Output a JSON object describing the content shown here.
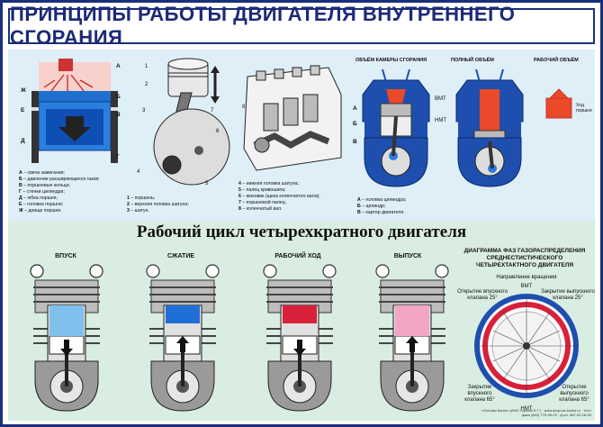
{
  "title": "ПРИНЦИПЫ РАБОТЫ ДВИГАТЕЛЯ ВНУТРЕННЕГО СГОРАНИЯ",
  "subtitle": "Рабочий цикл четырехкратного двигателя",
  "fig1": {
    "markers": {
      "a": "А",
      "b": "Б",
      "v": "В",
      "g": "Г",
      "d": "Д",
      "e": "Е",
      "zh": "Ж"
    },
    "legend": [
      {
        "k": "А",
        "t": " – свеча зажигания;"
      },
      {
        "k": "Б",
        "t": " – давление расширяющихся газов;"
      },
      {
        "k": "В",
        "t": " – поршневые кольца;"
      },
      {
        "k": "Г",
        "t": " – стенки цилиндра;"
      },
      {
        "k": "Д",
        "t": " – юбка поршня;"
      },
      {
        "k": "Е",
        "t": " – головка поршня;"
      },
      {
        "k": "Ж",
        "t": " – днище поршня."
      }
    ]
  },
  "fig2": {
    "markers": {
      "n1": "1",
      "n2": "2",
      "n3": "3",
      "n4": "4",
      "n5": "5",
      "n6": "6",
      "n7": "7"
    },
    "legend": [
      {
        "k": "1",
        "t": " – поршень;"
      },
      {
        "k": "2",
        "t": " – верхняя головка шатуна;"
      },
      {
        "k": "3",
        "t": " – шатун."
      }
    ]
  },
  "fig3": {
    "markers": {
      "n8": "8"
    },
    "legend": [
      {
        "k": "4",
        "t": " – нижняя головка шатуна;"
      },
      {
        "k": "5",
        "t": " – палец кривошипа;"
      },
      {
        "k": "6",
        "t": " – маховик (щека коленчатого вала);"
      },
      {
        "k": "7",
        "t": " – поршневой палец;"
      },
      {
        "k": "8",
        "t": " – коленчатый вал."
      }
    ]
  },
  "fig4": {
    "label_chamber": "ОБЪЁМ КАМЕРЫ СГОРАНИЯ",
    "label_full": "ПОЛНЫЙ ОБЪЁМ",
    "label_working": "РАБОЧИЙ ОБЪЁМ",
    "label_vmt": "ВМТ",
    "label_nmt": "НМТ",
    "label_stroke": "Ход поршня",
    "markers": {
      "a": "А",
      "b": "Б",
      "v": "В"
    },
    "legend": [
      {
        "k": "А",
        "t": " – головка цилиндра;"
      },
      {
        "k": "Б",
        "t": " – цилиндр;"
      },
      {
        "k": "В",
        "t": " – картер двигателя."
      }
    ]
  },
  "strokes": [
    "ВПУСК",
    "СЖАТИЕ",
    "РАБОЧИЙ ХОД",
    "ВЫПУСК"
  ],
  "colors": {
    "title": "#1c2a78",
    "top_bg": "#dfeff8",
    "bottom_bg": "#d9ede2",
    "intake": "#7fc0ee",
    "compression": "#1f6fd6",
    "power": "#d8203a",
    "exhaust": "#f2a6c4",
    "engine_blue": "#1f4fae"
  },
  "phase": {
    "title": "ДИАГРАММА ФАЗ ГАЗОРАСПРЕДЕЛЕНИЯ СРЕДНЕСТИСТИЧЕСКОГО ЧЕТЫРЕХТАКТНОГО ДВИГАТЕЛЯ",
    "rotation": "Направление вращения",
    "vmt": "ВМТ",
    "nmt": "НМТ",
    "open_intake": "Открытие впускного клапана 25°",
    "close_exhaust": "Закрытие выпускного клапана 25°",
    "close_intake": "Закрытие впускного клапана 65°",
    "open_exhaust": "Открытие выпускного клапана 65°"
  },
  "footer": "«Основы Книги» (АНО Горный Н.Т.) · www.shop.na-books.ru · тел./факс (843) 775-95-23 · ф.кл. 867-00-16-00"
}
